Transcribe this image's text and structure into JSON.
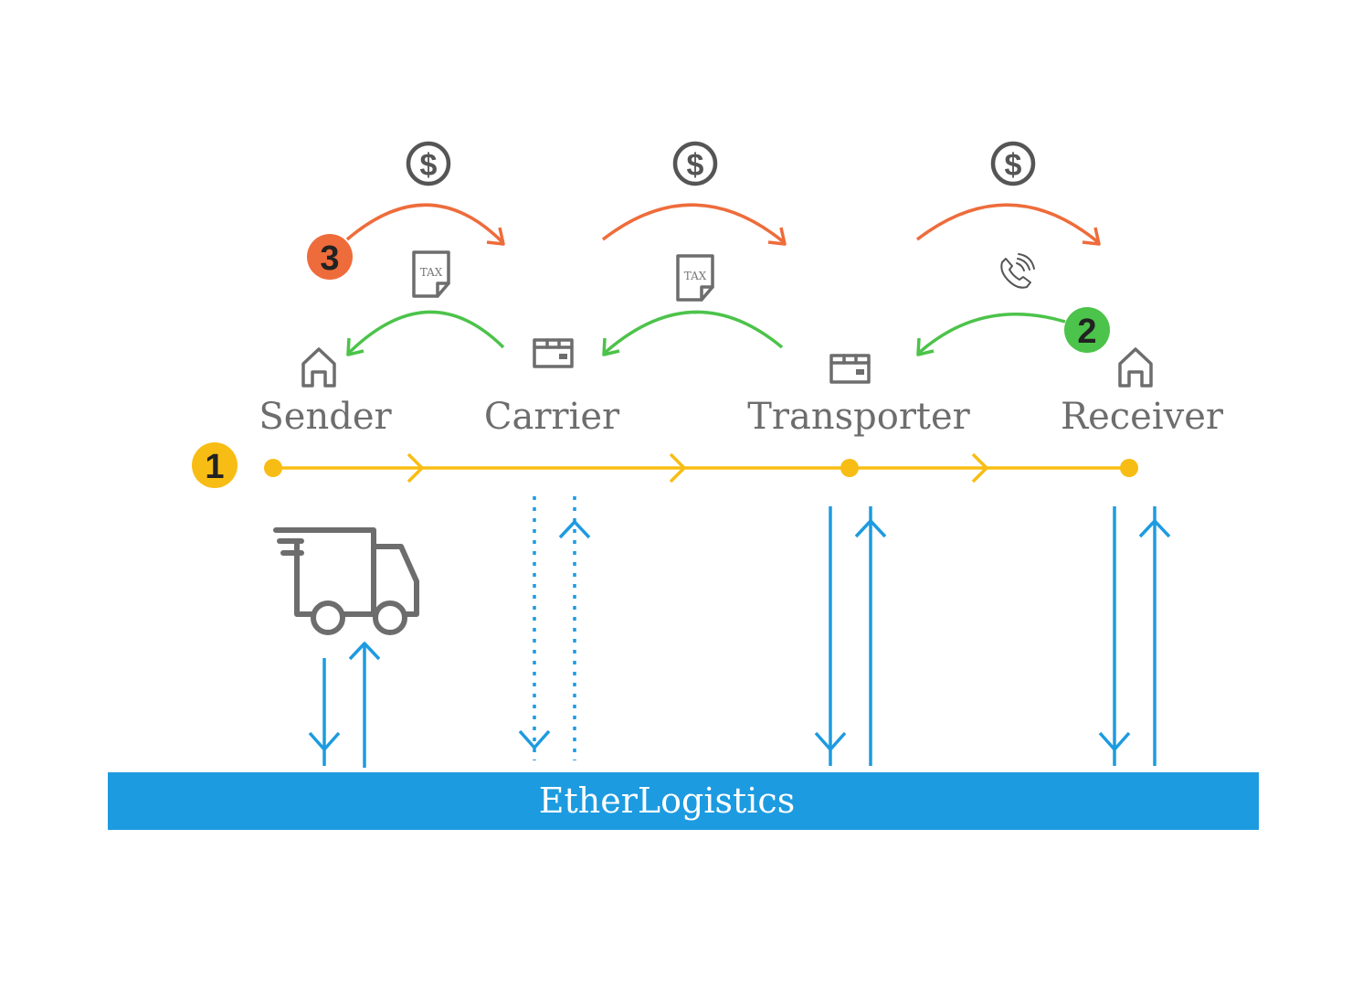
{
  "parties": {
    "sender": "Sender",
    "carrier": "Carrier",
    "transporter": "Transporter",
    "receiver": "Receiver"
  },
  "steps": {
    "step1": "1",
    "step2": "2",
    "step3": "3"
  },
  "documents": {
    "tax1": "TAX",
    "tax2": "TAX"
  },
  "platform": {
    "name": "EtherLogistics"
  },
  "icons": [
    "dollar-icon",
    "tax-document-icon",
    "phone-call-icon",
    "house-icon",
    "package-icon",
    "delivery-truck-icon"
  ],
  "colors": {
    "payment_flow": "#ee6c3b",
    "document_flow": "#4cc34a",
    "shipment_flow": "#f8bd14",
    "platform": "#1d9be0",
    "icon_gray": "#6d6d6d"
  }
}
